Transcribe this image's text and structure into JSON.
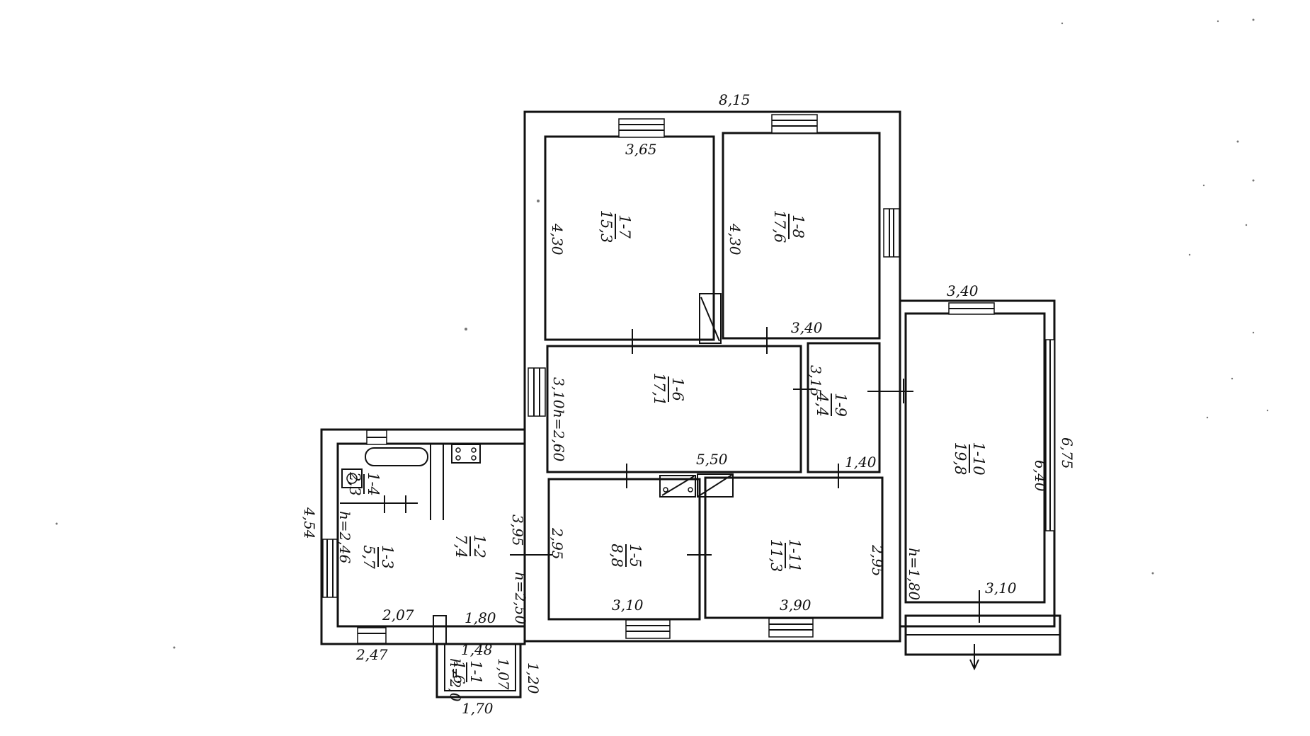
{
  "dimensions": {
    "top_total": "8,15",
    "r17_top": "3,65",
    "r17_left": "4,30",
    "r18_left": "4,30",
    "r18_bottom": "3,40",
    "r110_top": "3,40",
    "r16_left": "3,10",
    "r16_h": "h=2,60",
    "r16_bottom": "5,50",
    "r19_left": "3,15",
    "r19_bottom": "1,40",
    "r110_inner": "6,40",
    "r110_outer": "6,75",
    "r110_h": "h=1,80",
    "r110_bottom": "3,10",
    "r15_left": "2,95",
    "r15_bottom": "3,10",
    "r111_right": "2,95",
    "r111_bottom": "3,90",
    "annex_height": "4,54",
    "annex_h": "h=2,46",
    "annex_right": "3,95",
    "annex_right_h": "h=2,50",
    "r13_bottom": "2,07",
    "r12_bottom": "1,80",
    "annex_bottom": "2,47",
    "porch_top": "1,48",
    "porch_h": "h=2,0",
    "porch_inner": "1,07",
    "porch_outer": "1,20",
    "porch_bottom": "1,70"
  },
  "rooms": [
    {
      "id": "1-7",
      "area": "15,3"
    },
    {
      "id": "1-8",
      "area": "17,6"
    },
    {
      "id": "1-6",
      "area": "17,1"
    },
    {
      "id": "1-9",
      "area": "4,4"
    },
    {
      "id": "1-10",
      "area": "19,8"
    },
    {
      "id": "1-5",
      "area": "8,8"
    },
    {
      "id": "1-11",
      "area": "11,3"
    },
    {
      "id": "1-4",
      "area": "2,3"
    },
    {
      "id": "1-3",
      "area": "5,7"
    },
    {
      "id": "1-2",
      "area": "7,4"
    },
    {
      "id": "1-1",
      "area": "1,6"
    }
  ]
}
